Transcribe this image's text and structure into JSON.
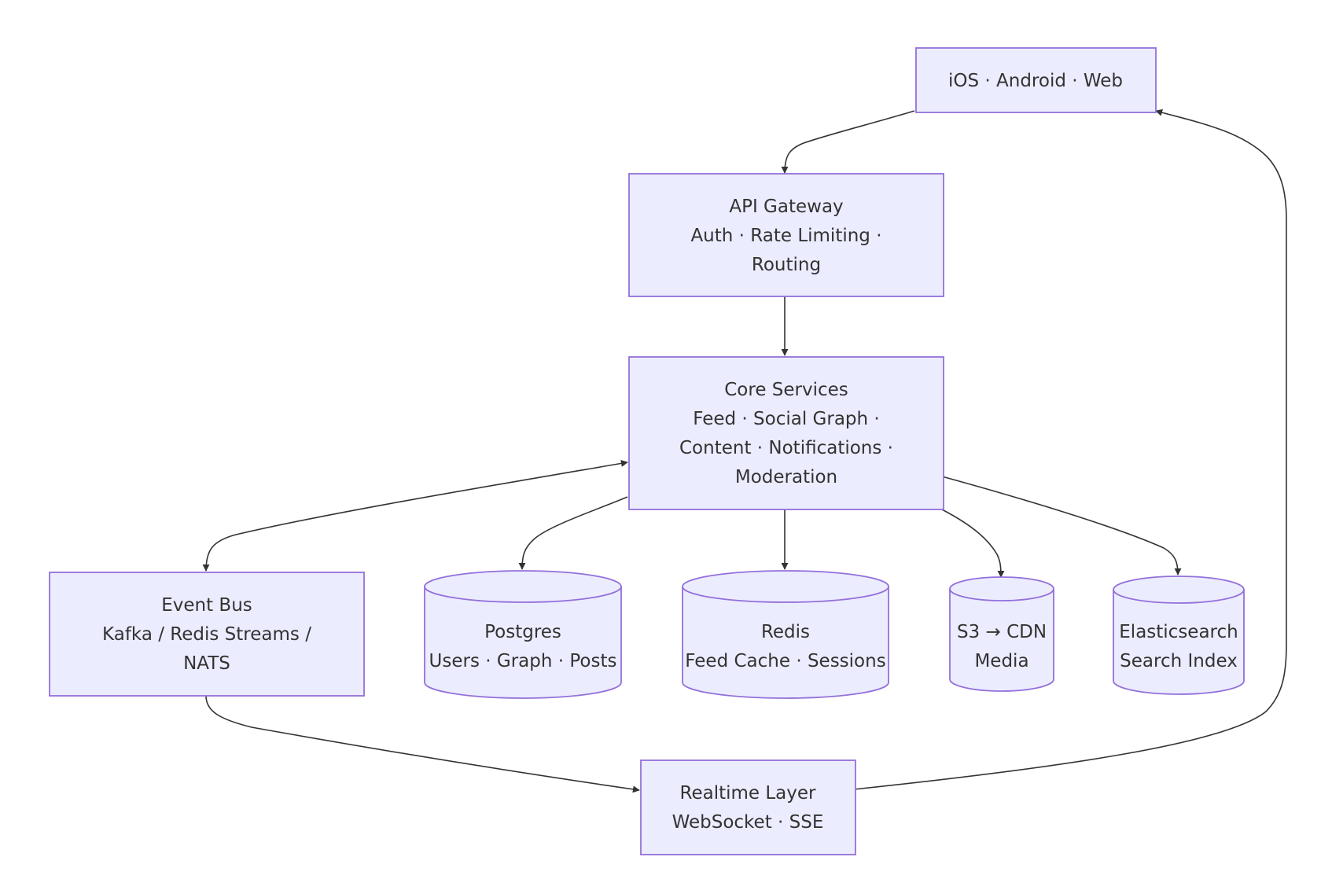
{
  "colors": {
    "node_fill": "#ECECFF",
    "node_stroke": "#9370DB",
    "edge": "#333333",
    "text": "#333333",
    "background": "#FFFFFF"
  },
  "nodes": {
    "clients": {
      "shape": "rectangle",
      "lines": [
        "iOS · Android · Web"
      ]
    },
    "gateway": {
      "shape": "rectangle",
      "lines": [
        "API Gateway",
        "Auth · Rate Limiting ·",
        "Routing"
      ]
    },
    "core": {
      "shape": "rectangle",
      "lines": [
        "Core Services",
        "Feed · Social Graph ·",
        "Content · Notifications ·",
        "Moderation"
      ]
    },
    "eventbus": {
      "shape": "rectangle",
      "lines": [
        "Event Bus",
        "Kafka / Redis Streams /",
        "NATS"
      ]
    },
    "postgres": {
      "shape": "cylinder",
      "lines": [
        "Postgres",
        "Users · Graph · Posts"
      ]
    },
    "redis": {
      "shape": "cylinder",
      "lines": [
        "Redis",
        "Feed Cache · Sessions"
      ]
    },
    "s3": {
      "shape": "cylinder",
      "lines": [
        "S3 → CDN",
        "Media"
      ]
    },
    "elastic": {
      "shape": "cylinder",
      "lines": [
        "Elasticsearch",
        "Search Index"
      ]
    },
    "realtime": {
      "shape": "rectangle",
      "lines": [
        "Realtime Layer",
        "WebSocket · SSE"
      ]
    }
  },
  "edges": [
    {
      "from": "clients",
      "to": "gateway"
    },
    {
      "from": "gateway",
      "to": "core"
    },
    {
      "from": "core",
      "to": "eventbus",
      "bidirectional": true
    },
    {
      "from": "core",
      "to": "postgres"
    },
    {
      "from": "core",
      "to": "redis"
    },
    {
      "from": "core",
      "to": "s3"
    },
    {
      "from": "core",
      "to": "elastic"
    },
    {
      "from": "eventbus",
      "to": "realtime"
    },
    {
      "from": "realtime",
      "to": "clients"
    }
  ]
}
